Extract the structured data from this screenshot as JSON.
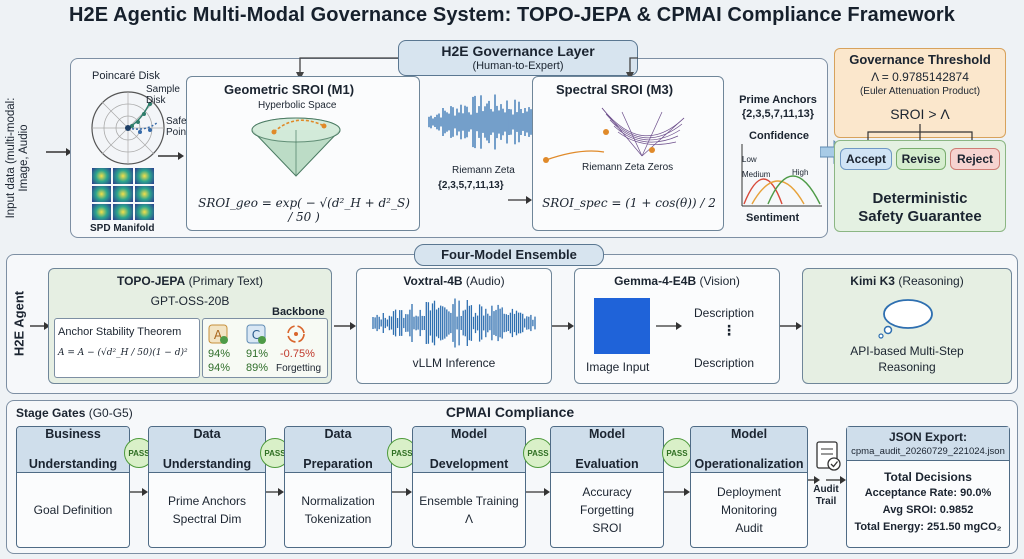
{
  "title": "H2E Agentic Multi-Modal Governance System: TOPO-JEPA & CPMAI Compliance Framework",
  "input_label": "Input data (multi-modal: Image, Audio",
  "gov_layer": {
    "title": "H2E Governance Layer",
    "subtitle": "(Human-to-Expert)"
  },
  "poincare": {
    "title": "Poincaré Disk",
    "sample": "Sample Disk",
    "safe_ref": "Safe Reference Point",
    "spd": "SPD Manifold"
  },
  "m1": {
    "title": "Geometric SROI (M1)",
    "hyperbolic": "Hyperbolic Space",
    "formula": "SROI_geo = exp( − √(d²_H + d²_S) / 50 )"
  },
  "m3": {
    "title": "Spectral SROI (M3)",
    "zeta": "Riemann Zeta",
    "primes": "{2,3,5,7,11,13}",
    "zeros": "Riemann Zeta Zeros",
    "formula": "SROI_spec = (1 + cos(θ)) / 2"
  },
  "prime_anchors": {
    "title": "Prime Anchors",
    "set": "{2,3,5,7,11,13}",
    "confidence": "Confidence",
    "low": "Low",
    "medium": "Medium",
    "high": "High",
    "sentiment": "Sentiment"
  },
  "threshold": {
    "title": "Governance Threshold",
    "value": "Λ = 0.9785142874",
    "note": "(Euler Attenuation Product)",
    "rule": "SROI > Λ",
    "accept": "Accept",
    "revise": "Revise",
    "reject": "Reject",
    "guarantee_line1": "Deterministic",
    "guarantee_line2": "Safety Guarantee"
  },
  "ensemble": {
    "title": "Four-Model Ensemble",
    "side_label": "H2E Agent",
    "topo": {
      "name": "TOPO-JEPA",
      "role": "(Primary Text)",
      "base": "GPT-OSS-20B",
      "backbone": "Backbone",
      "theorem": "Anchor Stability Theorem",
      "formula": "A = A − (√d²_H / 50)(1 − d)²",
      "m1a": "94%",
      "m1b": "94%",
      "m2a": "91%",
      "m2b": "89%",
      "m3a": "-0.75%",
      "m3b": "Forgetting"
    },
    "voxtral": {
      "name": "Voxtral-4B",
      "role": "(Audio)",
      "caption": "vLLM Inference"
    },
    "gemma": {
      "name": "Gemma-4-E4B",
      "role": "(Vision)",
      "input": "Image Input",
      "desc1": "Description",
      "dots": "⋮",
      "desc2": "Description"
    },
    "kimi": {
      "name": "Kimi K3",
      "role": "(Reasoning)",
      "caption1": "API-based Multi-Step",
      "caption2": "Reasoning"
    }
  },
  "stage": {
    "title": "Stage Gates",
    "range": "(G0-G5)",
    "cpmai": "CPMAI Compliance",
    "pass": "PASS",
    "gates": [
      {
        "h1": "Business",
        "h2": "Understanding",
        "b1": "Goal Definition",
        "b2": "",
        "b3": ""
      },
      {
        "h1": "Data",
        "h2": "Understanding",
        "b1": "Prime Anchors",
        "b2": "Spectral Dim",
        "b3": ""
      },
      {
        "h1": "Data",
        "h2": "Preparation",
        "b1": "Normalization",
        "b2": "Tokenization",
        "b3": ""
      },
      {
        "h1": "Model",
        "h2": "Development",
        "b1": "Ensemble Training",
        "b2": "Λ",
        "b3": ""
      },
      {
        "h1": "Model",
        "h2": "Evaluation",
        "b1": "Accuracy",
        "b2": "Forgetting",
        "b3": "SROI"
      },
      {
        "h1": "Model",
        "h2": "Operationalization",
        "b1": "Deployment",
        "b2": "Monitoring",
        "b3": "Audit"
      }
    ],
    "audit_trail1": "Audit",
    "audit_trail2": "Trail",
    "json_title": "JSON Export:",
    "json_file": "cpma_audit_20260729_221024.json",
    "total_decisions": "Total Decisions",
    "acceptance": "Acceptance Rate: 90.0%",
    "avg_sroi": "Avg SROI: 0.9852",
    "energy": "Total Energy: 251.50 mgCO₂"
  }
}
